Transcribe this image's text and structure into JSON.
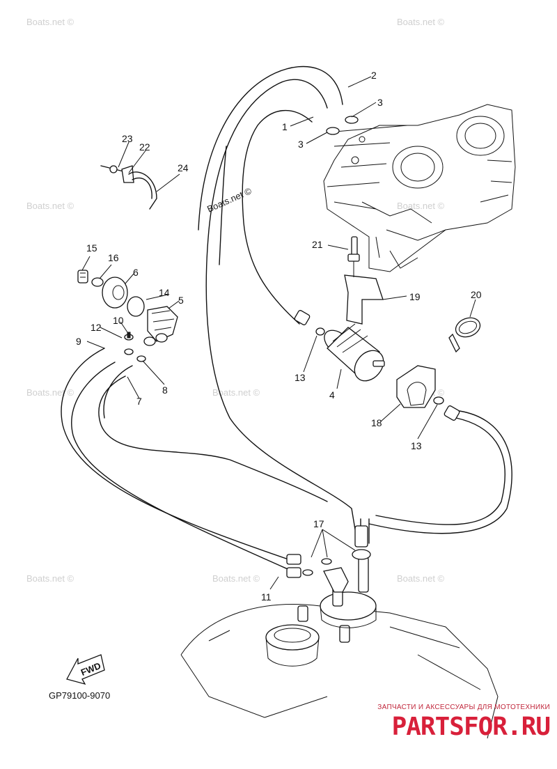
{
  "diagram": {
    "drawing_code": "GP79100-9070",
    "fwd_label": "FWD",
    "watermark_text": "Boats.net ©",
    "callouts": {
      "c1": "1",
      "c2": "2",
      "c3a": "3",
      "c3b": "3",
      "c4": "4",
      "c5": "5",
      "c6": "6",
      "c7": "7",
      "c8": "8",
      "c9": "9",
      "c10": "10",
      "c11": "11",
      "c12": "12",
      "c13a": "13",
      "c13b": "13",
      "c14": "14",
      "c15": "15",
      "c16": "16",
      "c17": "17",
      "c18": "18",
      "c19": "19",
      "c20": "20",
      "c21": "21",
      "c22": "22",
      "c23": "23",
      "c24": "24"
    }
  },
  "brand": {
    "tagline": "ЗАПЧАСТИ И АКСЕССУАРЫ ДЛЯ МОТОТЕХНИКИ",
    "logo": "PARTSFOR.RU",
    "logo_color": "#d8203a"
  }
}
